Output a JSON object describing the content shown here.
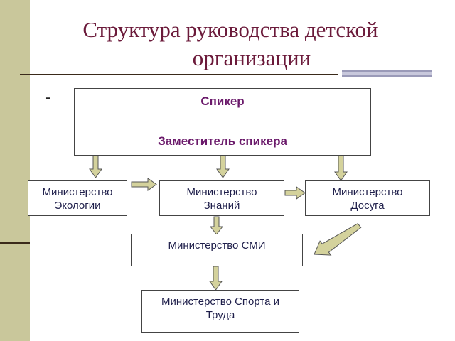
{
  "title": {
    "line1": "Структура руководства детской",
    "line2": "организации"
  },
  "marker": "-",
  "nodes": {
    "speaker": "Спикер",
    "deputy": "Заместитель спикера",
    "ecology": [
      "Министерство",
      "Экологии"
    ],
    "knowledge": [
      "Министерство",
      "Знаний"
    ],
    "leisure": [
      "Министерство",
      "Досуга"
    ],
    "media": "Министерство СМИ",
    "sport": [
      "Министерство Спорта и",
      "Труда"
    ]
  },
  "colors": {
    "title": "#6b1a3a",
    "top_text": "#6b1a6b",
    "box_text": "#1e1e4a",
    "arrow_fill": "#d4d29c",
    "arrow_stroke": "#555555",
    "sidebar": "#c9c79b"
  }
}
